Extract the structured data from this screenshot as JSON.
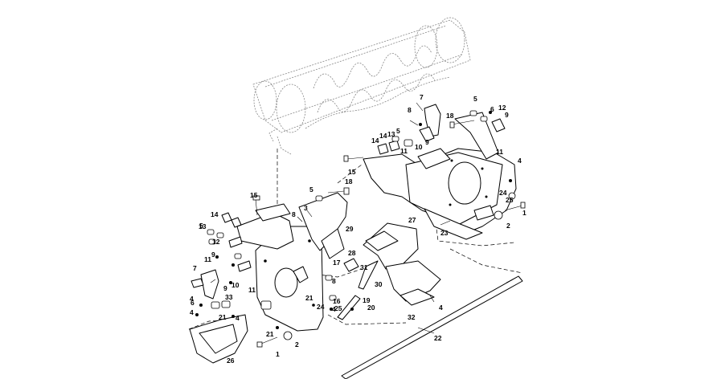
{
  "callouts": [
    {
      "t": "1"
    },
    {
      "t": "1"
    },
    {
      "t": "2"
    },
    {
      "t": "2"
    },
    {
      "t": "3"
    },
    {
      "t": "4"
    },
    {
      "t": "4"
    },
    {
      "t": "4"
    },
    {
      "t": "4"
    },
    {
      "t": "4"
    },
    {
      "t": "4"
    },
    {
      "t": "5"
    },
    {
      "t": "5"
    },
    {
      "t": "5"
    },
    {
      "t": "5"
    },
    {
      "t": "6"
    },
    {
      "t": "6"
    },
    {
      "t": "7"
    },
    {
      "t": "7"
    },
    {
      "t": "8"
    },
    {
      "t": "8"
    },
    {
      "t": "8"
    },
    {
      "t": "9"
    },
    {
      "t": "9"
    },
    {
      "t": "9"
    },
    {
      "t": "9"
    },
    {
      "t": "10"
    },
    {
      "t": "10"
    },
    {
      "t": "11"
    },
    {
      "t": "11"
    },
    {
      "t": "11"
    },
    {
      "t": "11"
    },
    {
      "t": "12"
    },
    {
      "t": "12"
    },
    {
      "t": "13"
    },
    {
      "t": "13"
    },
    {
      "t": "14"
    },
    {
      "t": "14"
    },
    {
      "t": "14"
    },
    {
      "t": "15"
    },
    {
      "t": "15"
    },
    {
      "t": "16"
    },
    {
      "t": "17"
    },
    {
      "t": "18"
    },
    {
      "t": "18"
    },
    {
      "t": "19"
    },
    {
      "t": "20"
    },
    {
      "t": "21"
    },
    {
      "t": "21"
    },
    {
      "t": "21"
    },
    {
      "t": "22"
    },
    {
      "t": "23"
    },
    {
      "t": "24"
    },
    {
      "t": "24"
    },
    {
      "t": "25"
    },
    {
      "t": "25"
    },
    {
      "t": "26"
    },
    {
      "t": "27"
    },
    {
      "t": "28"
    },
    {
      "t": "29"
    },
    {
      "t": "30"
    },
    {
      "t": "31"
    },
    {
      "t": "32"
    },
    {
      "t": "33"
    }
  ]
}
